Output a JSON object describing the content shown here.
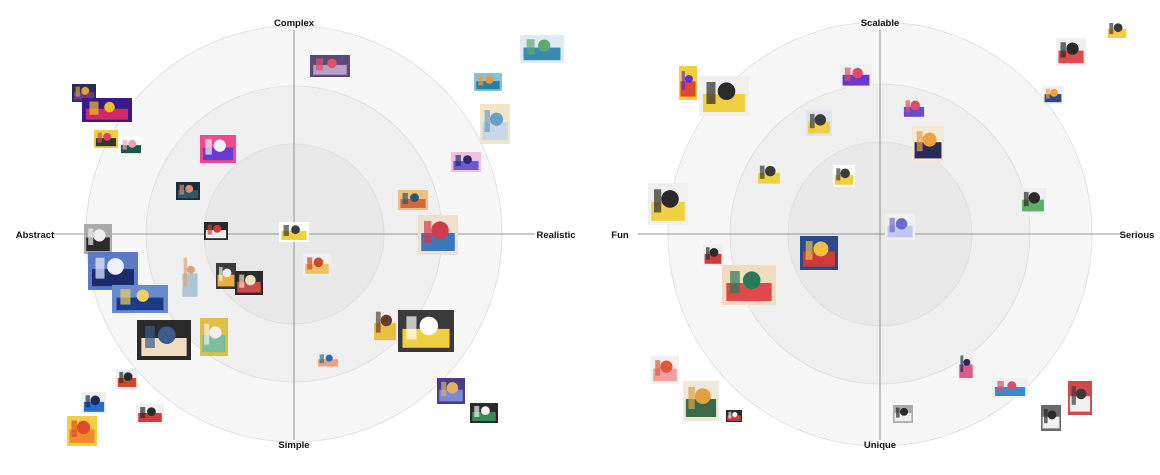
{
  "maps": [
    {
      "id": "style-map-left",
      "axes": {
        "top": "Complex",
        "bottom": "Simple",
        "left": "Abstract",
        "right": "Realistic"
      },
      "rings": 3,
      "thumbnails": [
        {
          "name": "van-scene",
          "colors": [
            "#b5a0c8",
            "#e0506a",
            "#5a4a7a"
          ]
        },
        {
          "name": "mountain-lake",
          "colors": [
            "#3a8ab0",
            "#5fa870",
            "#dfeaf2"
          ]
        },
        {
          "name": "tropical-scene",
          "colors": [
            "#2a7fa8",
            "#e89a3a",
            "#7fc4d8"
          ]
        },
        {
          "name": "window-view",
          "colors": [
            "#c8d8e8",
            "#6aa0c8",
            "#f2e6c8"
          ]
        },
        {
          "name": "pattern-small",
          "colors": [
            "#6a3a8a",
            "#e0a030",
            "#2a2a5a"
          ]
        },
        {
          "name": "psychedelic-pair",
          "colors": [
            "#d02a6a",
            "#f0c020",
            "#3a1a8a"
          ]
        },
        {
          "name": "leaf-pattern-a",
          "colors": [
            "#2a3a2a",
            "#e0406a",
            "#f0d040"
          ]
        },
        {
          "name": "leaf-pattern-b",
          "colors": [
            "#1a5a4a",
            "#f0a0b0",
            "#ffffff"
          ]
        },
        {
          "name": "purple-waves",
          "colors": [
            "#6a3ad0",
            "#f0f0ff",
            "#f04a8a"
          ]
        },
        {
          "name": "night-figure",
          "colors": [
            "#6a5ad0",
            "#2a2a6a",
            "#f0c0e0"
          ]
        },
        {
          "name": "teal-figure",
          "colors": [
            "#2a5a6a",
            "#e08a6a",
            "#1a2a3a"
          ]
        },
        {
          "name": "sunset-house",
          "colors": [
            "#d06a3a",
            "#2a5a6a",
            "#f0c080"
          ]
        },
        {
          "name": "burger-logo",
          "colors": [
            "#f0d040",
            "#3a3a3a",
            "#ffffff"
          ]
        },
        {
          "name": "red-dots",
          "colors": [
            "#f0f0f0",
            "#d03a3a",
            "#2a2a2a"
          ]
        },
        {
          "name": "woman-sea",
          "colors": [
            "#3a7ab8",
            "#d03a4a",
            "#f0e0d0"
          ]
        },
        {
          "name": "figure-cat",
          "colors": [
            "#2a2a2a",
            "#f0f0f0",
            "#aaaaaa"
          ]
        },
        {
          "name": "night-waves",
          "colors": [
            "#1a2a6a",
            "#f0f0ff",
            "#5a7ac8"
          ]
        },
        {
          "name": "city-blocks",
          "colors": [
            "#1a3a8a",
            "#f0d060",
            "#6a8ad0"
          ]
        },
        {
          "name": "tall-figures",
          "colors": [
            "#a8c8d8",
            "#e0a070",
            "#f0f0f0"
          ]
        },
        {
          "name": "yellow-lady",
          "colors": [
            "#e8b040",
            "#f0f0f0",
            "#3a3a3a"
          ]
        },
        {
          "name": "red-frame",
          "colors": [
            "#d04a4a",
            "#f0e0c0",
            "#2a2a2a"
          ]
        },
        {
          "name": "burger",
          "colors": [
            "#f0c060",
            "#c84a2a",
            "#f0f0f0"
          ]
        },
        {
          "name": "cafe-people",
          "colors": [
            "#f0dcc0",
            "#3a5a8a",
            "#2a2a2a"
          ]
        },
        {
          "name": "green-door",
          "colors": [
            "#7ac0a0",
            "#f0f0f0",
            "#e0c040"
          ]
        },
        {
          "name": "thinking-girl",
          "colors": [
            "#e8c040",
            "#6a3a2a",
            "#f0f0f0"
          ]
        },
        {
          "name": "yellow-cards",
          "colors": [
            "#f0d040",
            "#ffffff",
            "#3a3a3a"
          ]
        },
        {
          "name": "small-portrait",
          "colors": [
            "#f0a080",
            "#2a6ab0",
            "#f0f0f0"
          ]
        },
        {
          "name": "clapper",
          "colors": [
            "#d04a2a",
            "#2a2a2a",
            "#f0f0f0"
          ]
        },
        {
          "name": "blue-box",
          "colors": [
            "#2a6ad0",
            "#1a2a5a",
            "#f0f0f0"
          ]
        },
        {
          "name": "orange-block",
          "colors": [
            "#f08a2a",
            "#e04a2a",
            "#f0d040"
          ]
        },
        {
          "name": "red-bowl",
          "colors": [
            "#d03a3a",
            "#2a2a2a",
            "#f0f0f0"
          ]
        },
        {
          "name": "blue-plant",
          "colors": [
            "#7a8ad8",
            "#e0b060",
            "#4a3a8a"
          ]
        },
        {
          "name": "green-people",
          "colors": [
            "#3a8a5a",
            "#f0f0f0",
            "#2a2a2a"
          ]
        }
      ]
    },
    {
      "id": "style-map-right",
      "axes": {
        "top": "Scalable",
        "bottom": "Unique",
        "left": "Fun",
        "right": "Serious"
      },
      "rings": 3,
      "thumbnails": [
        {
          "name": "yellow-badge",
          "colors": [
            "#f0d040",
            "#3a3a3a",
            "#ffffff"
          ]
        },
        {
          "name": "red-car",
          "colors": [
            "#e04a4a",
            "#2a2a2a",
            "#f0f0f0"
          ]
        },
        {
          "name": "colorful-grid",
          "colors": [
            "#e04a2a",
            "#6a2ad0",
            "#f0d040"
          ]
        },
        {
          "name": "yellow-panels",
          "colors": [
            "#f0d040",
            "#2a2a2a",
            "#f0f0f0"
          ]
        },
        {
          "name": "shapes-icon",
          "colors": [
            "#6a3ad0",
            "#e04a6a",
            "#f0f0f0"
          ]
        },
        {
          "name": "flying-person",
          "colors": [
            "#2a4a8a",
            "#f0a040",
            "#f0f0f0"
          ]
        },
        {
          "name": "woman-phone",
          "colors": [
            "#6a4ad0",
            "#e04a6a",
            "#f0f0f0"
          ]
        },
        {
          "name": "worker-figure",
          "colors": [
            "#f0d040",
            "#3a3a3a",
            "#dde6ee"
          ]
        },
        {
          "name": "man-walking",
          "colors": [
            "#2a2a5a",
            "#f0a040",
            "#f6ead6"
          ]
        },
        {
          "name": "yellow-sketch-a",
          "colors": [
            "#f0d040",
            "#3a3a3a",
            "#f0f0f0"
          ]
        },
        {
          "name": "yellow-sketch-b",
          "colors": [
            "#f0d040",
            "#3a3a3a",
            "#ffffff"
          ]
        },
        {
          "name": "yellow-crowd",
          "colors": [
            "#f0d040",
            "#2a2a2a",
            "#f0f0f0"
          ]
        },
        {
          "name": "green-building",
          "colors": [
            "#5ab06a",
            "#2a2a2a",
            "#f0f0f0"
          ]
        },
        {
          "name": "light-figures",
          "colors": [
            "#c0c8f0",
            "#6a6ad0",
            "#f0f0f0"
          ]
        },
        {
          "name": "red-runner",
          "colors": [
            "#d03a3a",
            "#2a2a2a",
            "#f0f0f0"
          ]
        },
        {
          "name": "circus-tent",
          "colors": [
            "#d03a3a",
            "#f0c040",
            "#2a4a8a"
          ]
        },
        {
          "name": "group-people",
          "colors": [
            "#e04a4a",
            "#2a7a5a",
            "#f0dcc0"
          ]
        },
        {
          "name": "pink-cups",
          "colors": [
            "#f0a0a0",
            "#e05a3a",
            "#f0f0f0"
          ]
        },
        {
          "name": "market-stall",
          "colors": [
            "#3a6a4a",
            "#e0a040",
            "#f0e8d8"
          ]
        },
        {
          "name": "red-scooter",
          "colors": [
            "#d03a3a",
            "#f0f0f0",
            "#2a2a2a"
          ]
        },
        {
          "name": "pink-woman",
          "colors": [
            "#e05a8a",
            "#2a2a5a",
            "#f0f0f0"
          ]
        },
        {
          "name": "blue-pattern",
          "colors": [
            "#3a8ad0",
            "#e04a6a",
            "#f0f0f0"
          ]
        },
        {
          "name": "sketch-people",
          "colors": [
            "#f0f0f0",
            "#3a3a3a",
            "#d04a4a"
          ]
        },
        {
          "name": "bw-sketch",
          "colors": [
            "#f0f0f0",
            "#2a2a2a",
            "#aaaaaa"
          ]
        },
        {
          "name": "reading-person",
          "colors": [
            "#f0f0f0",
            "#2a2a2a",
            "#6a6a6a"
          ]
        }
      ]
    }
  ]
}
